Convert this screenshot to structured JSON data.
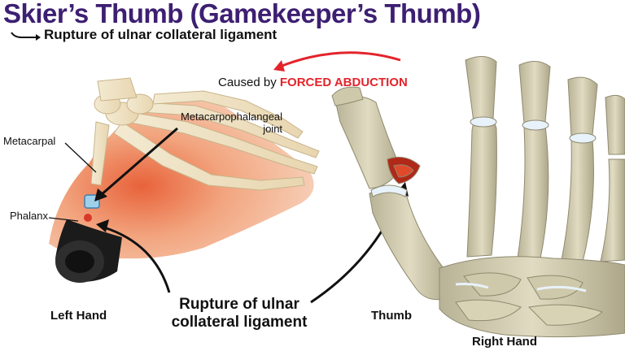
{
  "title": "Skier’s Thumb (Gamekeeper’s Thumb)",
  "subtitle": "Rupture of ulnar collateral ligament",
  "cause": {
    "prefix": "Caused by",
    "emphasis": "FORCED ABDUCTION"
  },
  "labels": {
    "metacarpal": "Metacarpal",
    "mcp_joint_line1": "Metacarpophalangeal",
    "mcp_joint_line2": "joint",
    "phalanx": "Phalanx",
    "rupture_line1": "Rupture of ulnar",
    "rupture_line2": "collateral ligament",
    "left_hand": "Left Hand",
    "thumb": "Thumb",
    "right_hand": "Right Hand"
  },
  "colors": {
    "title": "#3d1f72",
    "emphasis": "#e3242b",
    "bone": "#d8d2b4",
    "skin": "#f0a882"
  }
}
